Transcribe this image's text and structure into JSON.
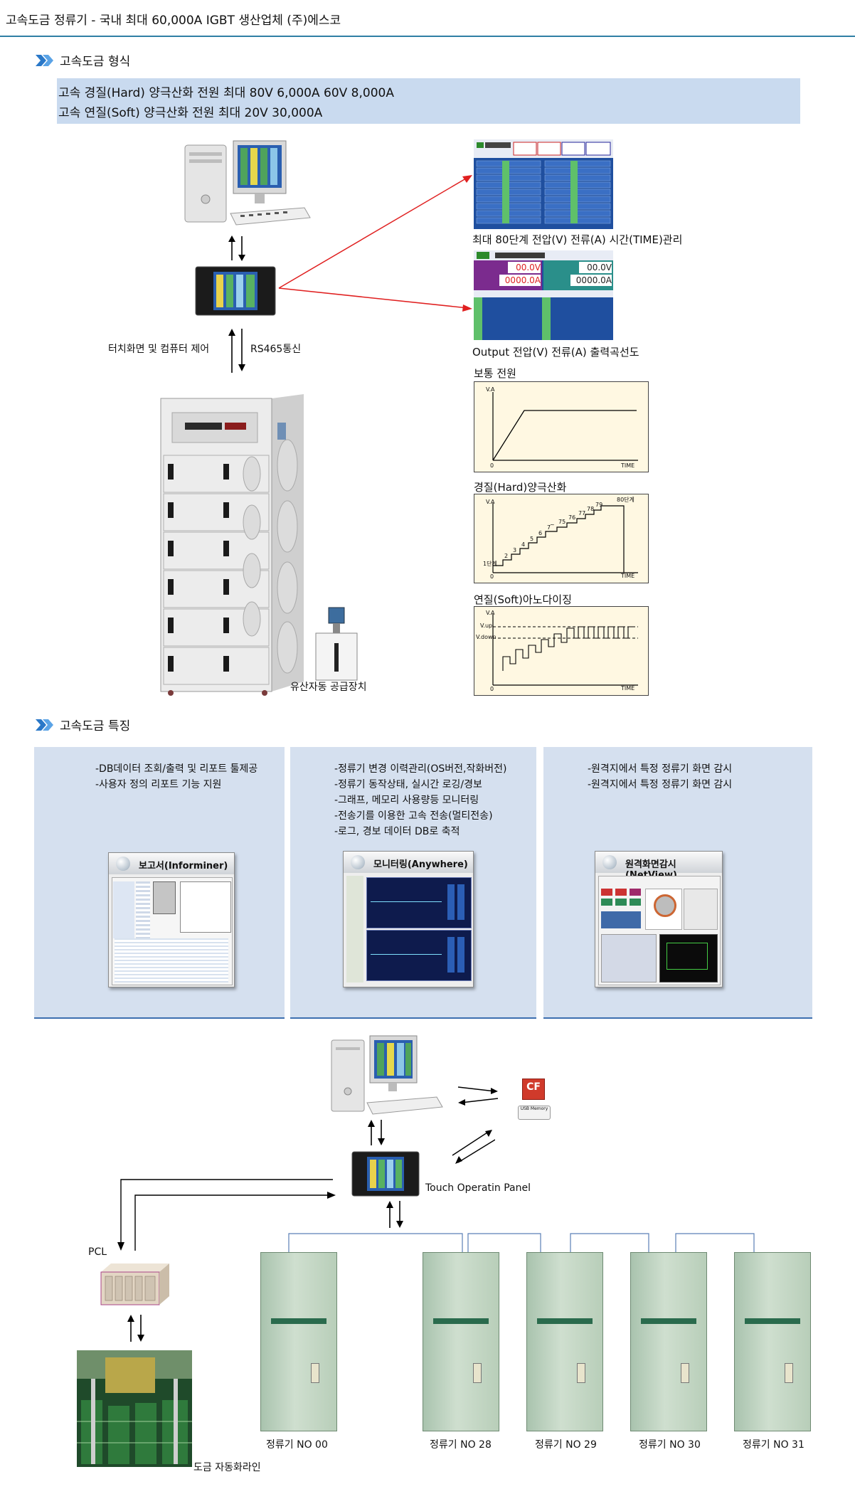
{
  "page_title": "고속도금 정류기 - 국내 최대 60,000A IGBT 생산업체 (주)에스코",
  "section1": {
    "heading": "고속도금 형식",
    "lines": [
      "고속 경질(Hard) 양극산화 전원 최대 80V 6,000A 60V 8,000A",
      "고속 연질(Soft) 양극산화 전원 최대 20V 30,000A"
    ]
  },
  "diagram1": {
    "left_label": "터치화면 및 컴퓨터 제어",
    "right_label": "RS465통신",
    "pump_label": "유산자동 공급장치",
    "screen1_caption": "최대 80단계 전압(V) 전류(A) 시간(TIME)관리",
    "screen2_caption": "Output 전압(V) 전류(A) 출력곡선도",
    "screen2_values": {
      "v1": "00.0V",
      "a1": "0000.0A",
      "v2": "00.0V",
      "a2": "0000.0A"
    },
    "graph1": {
      "title": "보통 전원",
      "ylabel": "V.A",
      "xlabel": "TIME",
      "origin": "0"
    },
    "graph2": {
      "title": "경질(Hard)양극산화",
      "ylabel": "V.A",
      "xlabel": "TIME",
      "origin": "0",
      "first_step": "1단계",
      "last_step": "80단계",
      "steps": [
        "2",
        "3",
        "4",
        "5",
        "6",
        "7",
        "~",
        "75",
        "76",
        "77",
        "78",
        "79"
      ]
    },
    "graph3": {
      "title": "연질(Soft)아노다이징",
      "ylabel": "V.A",
      "xlabel": "TIME",
      "origin": "0",
      "vup": "V.up",
      "vdown": "V.down"
    }
  },
  "section2": {
    "heading": "고속도금 특징",
    "panels": [
      {
        "lines": [
          "-DB데이터 조회/출력 및 리포트 툴제공",
          "-사용자 정의 리포트 기능 지원"
        ],
        "window_title": "보고서(Informiner)"
      },
      {
        "lines": [
          "-정류기 변경 이력관리(OS버전,작화버전)",
          "-정류기 동작상태, 실시간 로깅/경보",
          "-그래프, 메모리 사용량등 모니터링",
          "-전송기를 이용한 고속 전송(멀티전송)",
          "-로그, 경보 데이터 DB로 축적"
        ],
        "window_title": "모니터링(Anywhere)"
      },
      {
        "lines": [
          "-원격지에서 특정 정류기 화면 감시",
          "-원격지에서 특정 정류기 화면 감시"
        ],
        "window_title": "원격화면감시(NetView)"
      }
    ]
  },
  "diagram2": {
    "panel_label": "Touch Operatin Panel",
    "pcl_label": "PCL",
    "line_label": "도금 자동화라인",
    "cf_label": "CF",
    "usb_label": "USB Memory",
    "rectifiers": [
      "정류기 NO 00",
      "정류기 NO 28",
      "정류기 NO 29",
      "정류기 NO 30",
      "정류기 NO 31"
    ]
  },
  "colors": {
    "title_line": "#2f7fa4",
    "blue_box": "#c9daef",
    "panel_bg": "#d5e0ef",
    "arrow_red": "#e02020",
    "screen_blue": "#1f4f9f"
  }
}
